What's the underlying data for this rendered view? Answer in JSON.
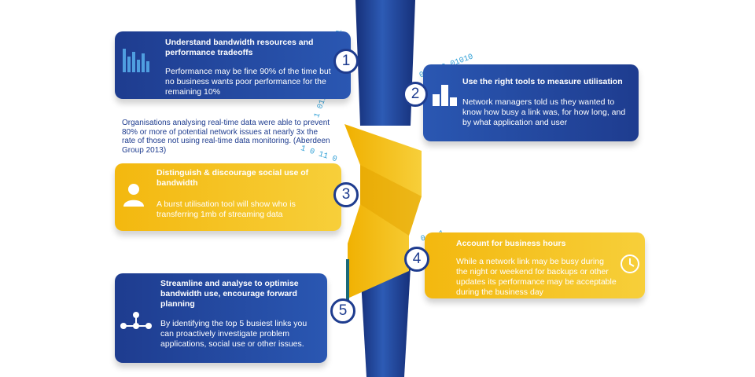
{
  "stat_text": "Organisations analysing real-time data were able to prevent 80% or more of potential network issues at nearly 3x the rate of those not using real-time data monitoring. (Aberdeen Group 2013)",
  "binary": {
    "b1": "011100101",
    "b2": "1 0111001",
    "b3": "0 1010   01010",
    "b4": "1   0   11   0",
    "b5": "0    0    1"
  },
  "steps": [
    {
      "number": "1",
      "title": "Understand bandwidth resources and performance tradeoffs",
      "body": "Performance may be fine 90% of the time but no business wants poor performance for the remaining 10%",
      "icon": "bar-chart-icon",
      "color": "#1e3c8f"
    },
    {
      "number": "2",
      "title": "Use the right tools to measure utilisation",
      "body": "Network managers told us they wanted to know how busy a link was, for how long, and by what application and user",
      "icon": "tools-icon",
      "color": "#1e3c8f"
    },
    {
      "number": "3",
      "title": "Distinguish & discourage social use of bandwidth",
      "body": "A burst utilisation tool will show who is transferring 1mb of streaming data",
      "icon": "person-icon",
      "color": "#f3b80f"
    },
    {
      "number": "4",
      "title": "Account for business hours",
      "body": "While a network link may be busy during the night or weekend for backups or other updates its performance may be acceptable during the business day",
      "icon": "clock-icon",
      "color": "#f3b80f"
    },
    {
      "number": "5",
      "title": "Streamline and analyse to optimise bandwidth use, encourage forward planning",
      "body": "By identifying the top 5 busiest links you can proactively investigate problem applications, social use or other issues.",
      "icon": "network-nodes-icon",
      "color": "#1e3c8f"
    }
  ]
}
